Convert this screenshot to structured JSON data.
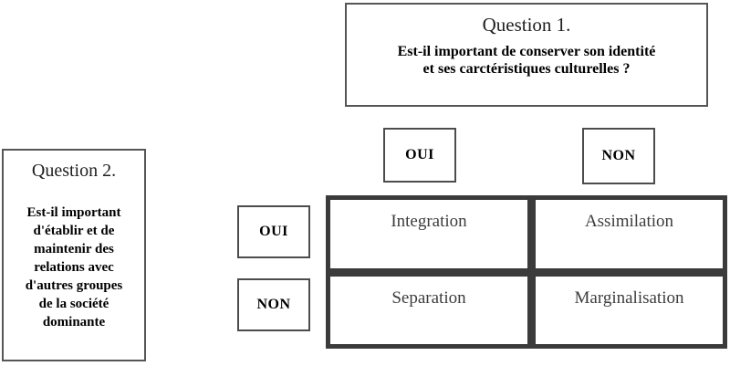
{
  "question1": {
    "title": "Question 1.",
    "lines": [
      "Est-il important de conserver son identité",
      "et ses carctéristiques culturelles ?"
    ]
  },
  "question2": {
    "title": "Question 2.",
    "lines": [
      "Est-il important",
      "d'établir et de",
      "maintenir des",
      "relations avec",
      "d'autres groupes",
      "de la société",
      "dominante"
    ]
  },
  "question1_answers": {
    "oui": "OUI",
    "non": "NON"
  },
  "question2_answers": {
    "oui": "OUI",
    "non": "NON"
  },
  "matrix": {
    "rows": [
      [
        "Integration",
        "Assimilation"
      ],
      [
        "Separation",
        "Marginalisation"
      ]
    ]
  },
  "colors": {
    "background": "#ffffff",
    "question_box_border": "#565656",
    "answer_box_border": "#4c4c4c",
    "matrix_border": "#3b3b3b",
    "cell_text": "#3d3d3d",
    "text": "#000000"
  }
}
